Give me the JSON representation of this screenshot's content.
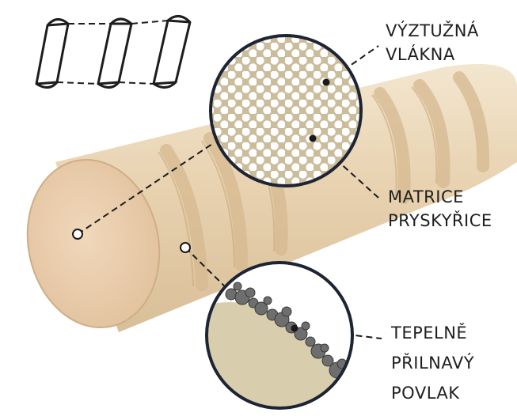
{
  "diagram": {
    "labels": {
      "fibers": [
        "VÝZTUŽNÁ",
        "VLÁKNA"
      ],
      "matrix": [
        "MATRICE",
        "PRYSKYŘICE"
      ],
      "coating": [
        "TEPELNĚ",
        "PŘILNAVÝ",
        "POVLAK"
      ]
    },
    "icons": [
      "rebar-sketch-icon"
    ],
    "colors": {
      "rod_face": "#ecd2b2",
      "rod_body": "#e9d6b8",
      "matrix_fill": "#cbbd9c",
      "fiber_dots": "#ffffff",
      "coating_base": "#d8ceae",
      "coating_grains": "#6e6e6e",
      "outline": "#1d2433",
      "leader_line": "#1a1a1a"
    }
  }
}
